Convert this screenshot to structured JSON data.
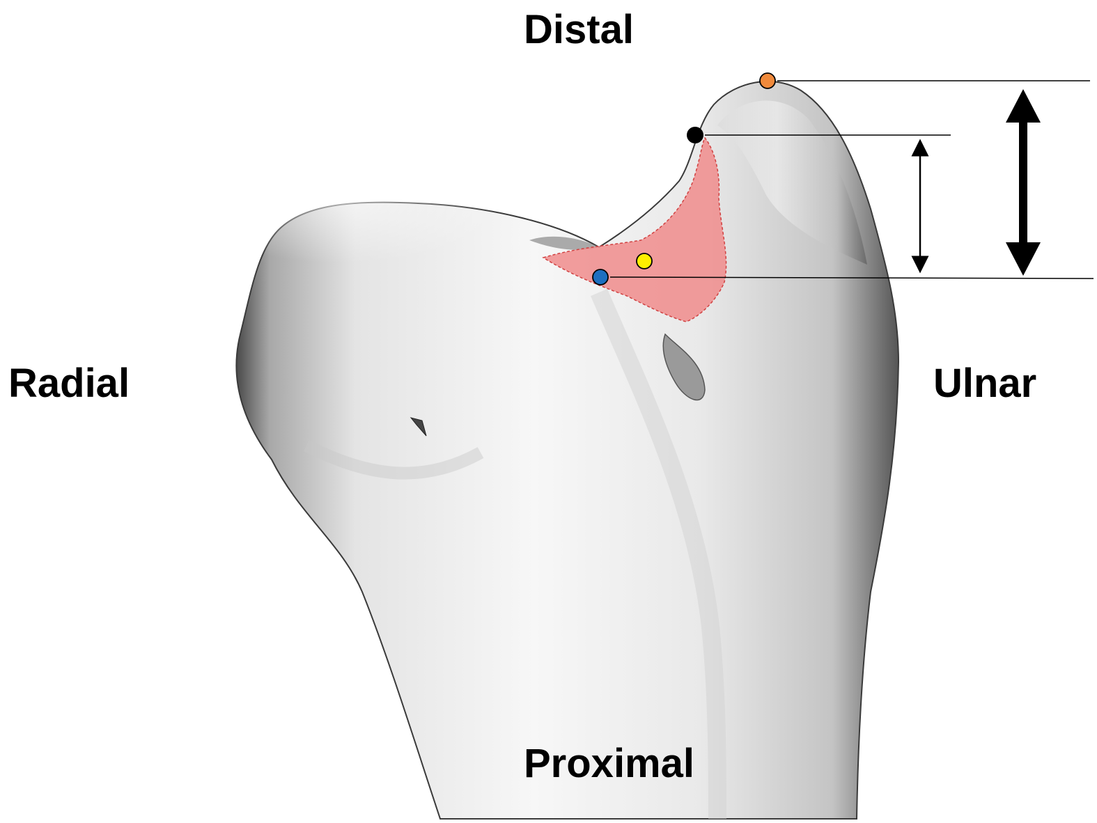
{
  "labels": {
    "distal": "Distal",
    "proximal": "Proximal",
    "radial": "Radial",
    "ulnar": "Ulnar"
  },
  "colors": {
    "background": "#ffffff",
    "bone_light": "#f6f6f6",
    "bone_mid": "#cfcfcf",
    "bone_dark": "#4a4a4a",
    "highlight_region": "#f08c8c",
    "highlight_outline": "#d04040",
    "landmark_orange": "#f08a3c",
    "landmark_black": "#000000",
    "landmark_yellow": "#ffef00",
    "landmark_blue": "#1e6fc0",
    "lines": "#000000"
  },
  "landmarks": [
    {
      "name": "orange-landmark",
      "color": "#f08a3c"
    },
    {
      "name": "black-landmark",
      "color": "#000000"
    },
    {
      "name": "yellow-landmark",
      "color": "#ffef00"
    },
    {
      "name": "blue-landmark",
      "color": "#1e6fc0"
    }
  ],
  "measurements": [
    {
      "name": "short-height-arrow",
      "style": "thin double-headed"
    },
    {
      "name": "long-height-arrow",
      "style": "thick double-headed"
    }
  ]
}
